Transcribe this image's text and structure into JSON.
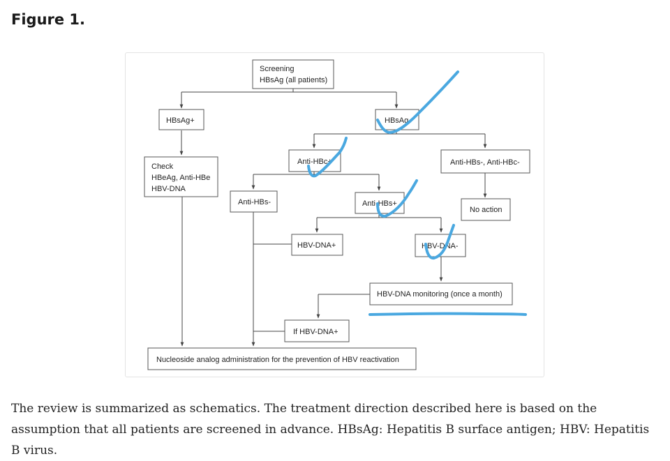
{
  "figure": {
    "heading": "Figure 1."
  },
  "flowchart": {
    "screening_line1": "Screening",
    "screening_line2": "HBsAg (all patients)",
    "hbsag_pos": "HBsAg+",
    "hbsag_neg": "HBsAg-",
    "check_line1": "Check",
    "check_line2": "HBeAg, Anti-HBe",
    "check_line3": "HBV-DNA",
    "anti_hbc_pos": "Anti-HBc+",
    "anti_hbs_neg_anti_hbc_neg": "Anti-HBs-, Anti-HBc-",
    "anti_hbs_neg": "Anti-HBs-",
    "anti_hbs_pos": "Anti-HBs+",
    "no_action": "No action",
    "hbv_dna_pos": "HBV-DNA+",
    "hbv_dna_neg": "HBV-DNA-",
    "monitoring": "HBV-DNA monitoring (once a month)",
    "if_hbv_dna_pos": "If HBV-DNA+",
    "nucleoside": "Nucleoside analog administration for the prevention of HBV reactivation",
    "annotation_color": "#4aa8e0"
  },
  "caption": {
    "text": "The review is summarized as schematics. The treatment direction described here is based on the assumption that all patients are screened in advance. HBsAg: Hepatitis B surface antigen; HBV: Hepatitis B virus."
  }
}
